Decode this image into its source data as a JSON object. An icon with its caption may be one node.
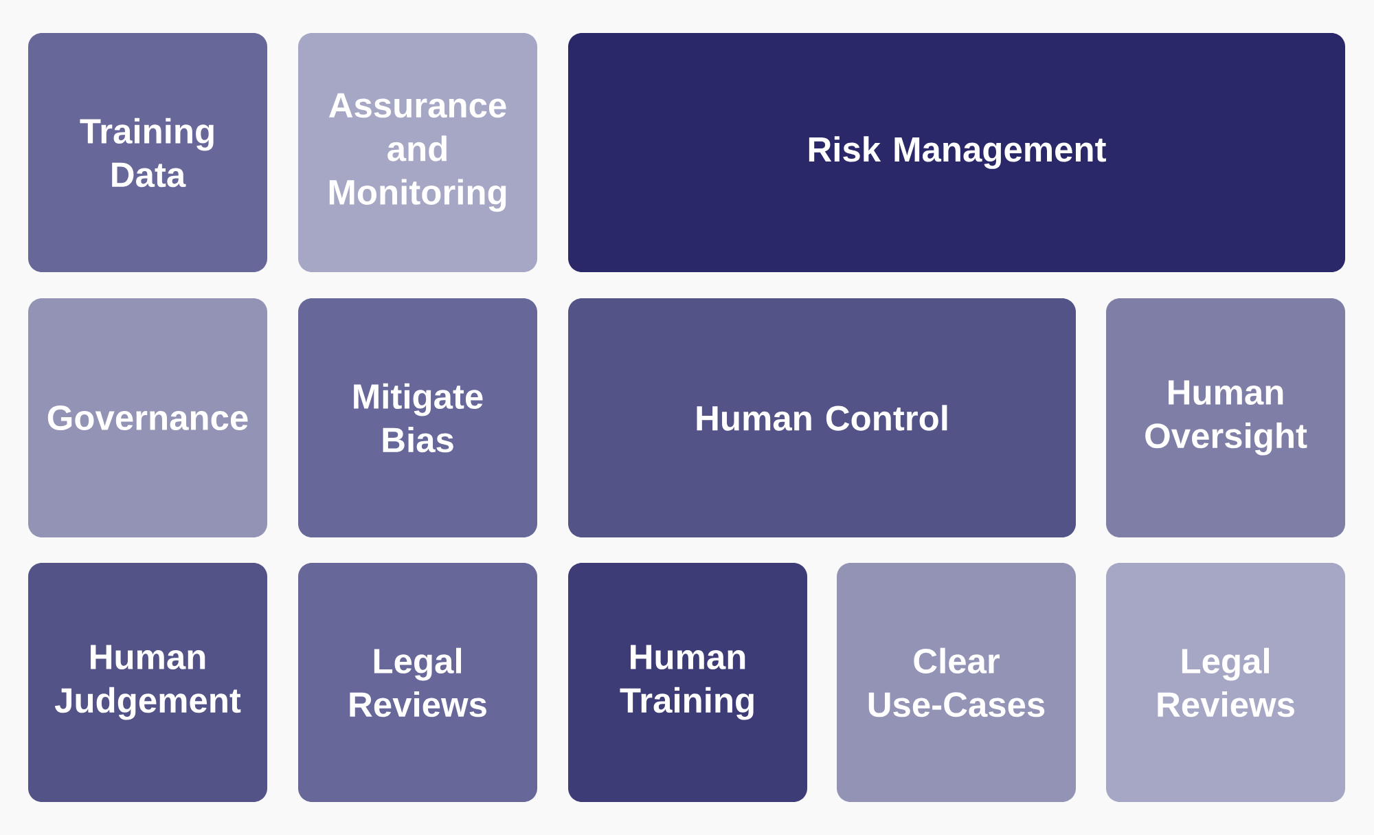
{
  "diagram": {
    "nodes": [
      {
        "text": [
          "Training Data"
        ]
      },
      {
        "text": [
          "Assurance and Monitoring"
        ]
      },
      {
        "text": [
          "Risk Management"
        ]
      },
      {
        "text": [
          "Governance"
        ]
      },
      {
        "text": [
          "Mitigate Bias"
        ]
      },
      {
        "text": [
          "Human Control"
        ]
      },
      {
        "text": [
          "Human Oversight"
        ]
      },
      {
        "text": [
          "Human Judgement"
        ]
      },
      {
        "text": [
          "Legal Reviews"
        ]
      },
      {
        "text": [
          "Human Training"
        ]
      },
      {
        "text": [
          "Clear Use-Cases"
        ]
      },
      {
        "text": [
          "Legal Reviews"
        ]
      }
    ]
  }
}
